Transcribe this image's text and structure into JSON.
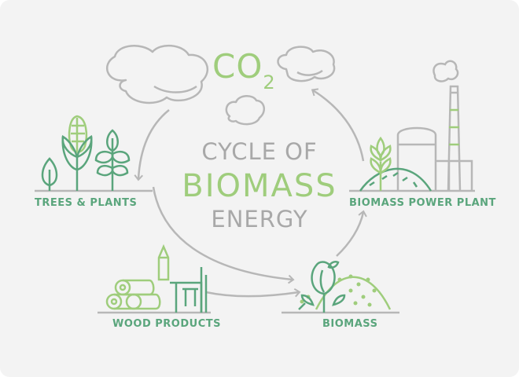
{
  "diagram": {
    "title_line1": "CYCLE OF",
    "title_line2": "BIOMASS",
    "title_line3": "ENERGY",
    "co2_main": "CO",
    "co2_sub": "2",
    "nodes": {
      "trees": "TREES & PLANTS",
      "power_plant": "BIOMASS POWER PLANT",
      "wood": "WOOD PRODUCTS",
      "biomass": "BIOMASS"
    }
  },
  "colors": {
    "background": "#f3f3f3",
    "gray_line": "#b7b7b7",
    "green_light": "#9fcd7c",
    "green_dark": "#5aa57c"
  },
  "icons": [
    "cloud-icon",
    "tree-icon",
    "corn-icon",
    "plant-icon",
    "power-plant-icon",
    "log-pile-icon",
    "sprout-icon",
    "wheat-icon"
  ]
}
